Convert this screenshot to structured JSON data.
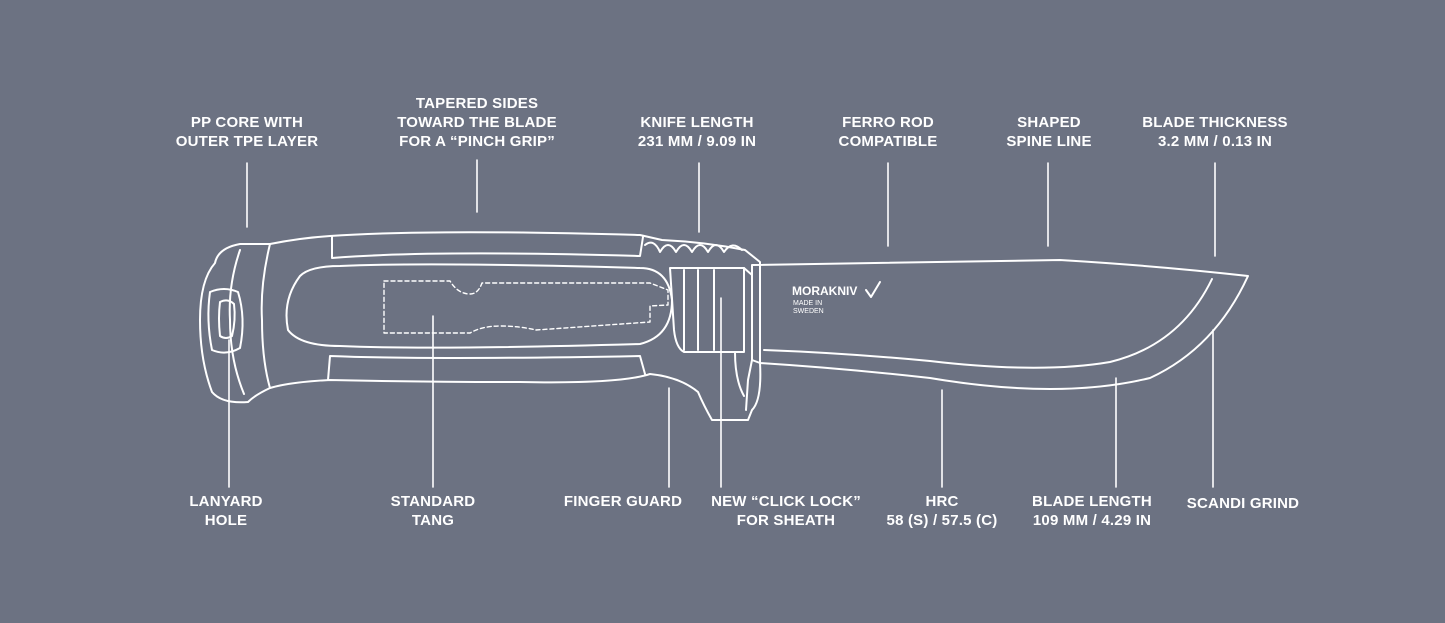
{
  "brand": {
    "logo": "MORAKNIV",
    "made_in_line1": "MADE IN",
    "made_in_line2": "SWEDEN"
  },
  "labels_top": [
    {
      "id": "pp-core",
      "lines": [
        "PP CORE WITH",
        "OUTER TPE LAYER"
      ]
    },
    {
      "id": "tapered-sides",
      "lines": [
        "TAPERED SIDES",
        "TOWARD THE BLADE",
        "FOR A “PINCH GRIP”"
      ]
    },
    {
      "id": "knife-length",
      "lines": [
        "KNIFE LENGTH",
        "231 MM / 9.09 IN"
      ]
    },
    {
      "id": "ferro-rod",
      "lines": [
        "FERRO ROD",
        "COMPATIBLE"
      ]
    },
    {
      "id": "shaped-spine",
      "lines": [
        "SHAPED",
        "SPINE LINE"
      ]
    },
    {
      "id": "blade-thickness",
      "lines": [
        "BLADE THICKNESS",
        "3.2 MM / 0.13 IN"
      ]
    }
  ],
  "labels_bottom": [
    {
      "id": "lanyard-hole",
      "lines": [
        "LANYARD",
        "HOLE"
      ]
    },
    {
      "id": "standard-tang",
      "lines": [
        "STANDARD",
        "TANG"
      ]
    },
    {
      "id": "finger-guard",
      "lines": [
        "FINGER GUARD"
      ]
    },
    {
      "id": "click-lock",
      "lines": [
        "NEW “CLICK LOCK”",
        "FOR SHEATH"
      ]
    },
    {
      "id": "hrc",
      "lines": [
        "HRC",
        "58 (S) / 57.5 (C)"
      ]
    },
    {
      "id": "blade-length",
      "lines": [
        "BLADE LENGTH",
        "109 MM / 4.29 IN"
      ]
    },
    {
      "id": "scandi-grind",
      "lines": [
        "SCANDI GRIND"
      ]
    }
  ],
  "colors": {
    "background": "#6c7282",
    "line": "#ffffff"
  }
}
